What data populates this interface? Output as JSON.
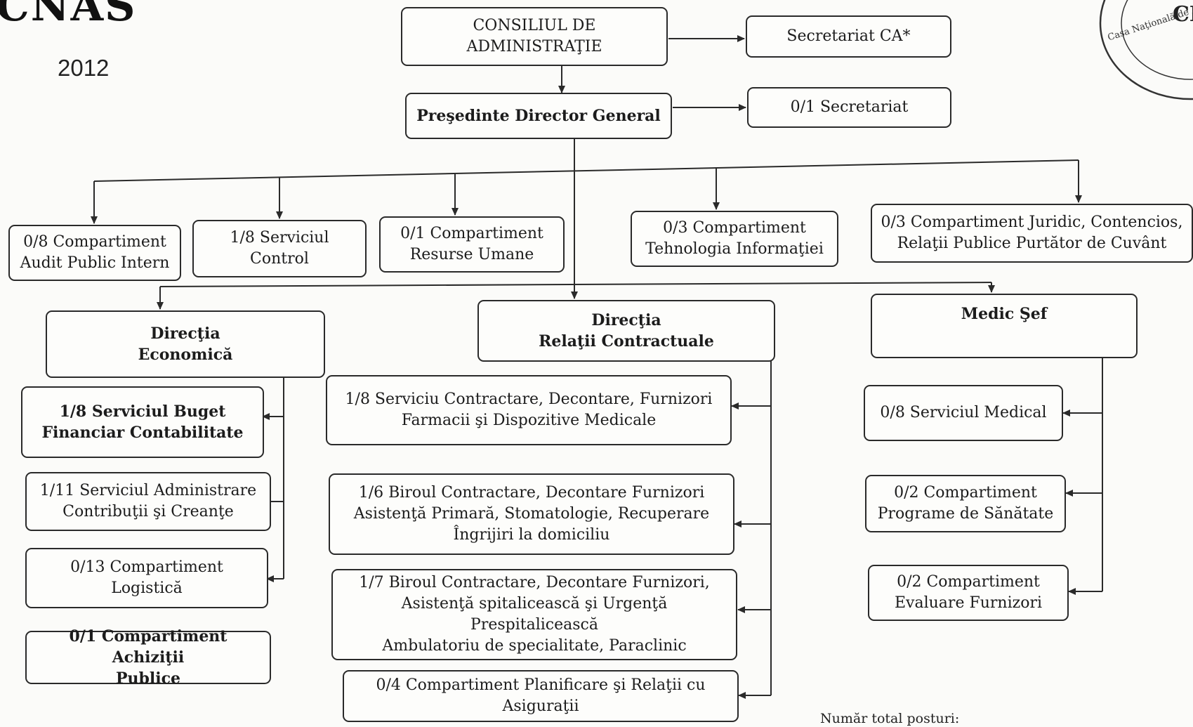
{
  "header": {
    "logo_text": "CNAS",
    "year": "2012",
    "seal": {
      "text_top": "CNAS",
      "text_ring": "Casa Naţională de Asigurări de"
    }
  },
  "boxes": {
    "consiliu": "CONSILIUL DE\nADMINISTRAŢIE",
    "secretariat_ca": "Secretariat CA*",
    "presedinte": "Preşedinte Director General",
    "secretariat": "0/1 Secretariat",
    "audit": "0/8 Compartiment\nAudit Public Intern",
    "control": "1/8 Serviciul\nControl",
    "resurse": "0/1 Compartiment\nResurse Umane",
    "it": "0/3 Compartiment\nTehnologia Informaţiei",
    "juridic": "0/3 Compartiment Juridic, Contencios,\nRelaţii Publice Purtător de Cuvânt",
    "dir_economica": "Direcţia\nEconomică",
    "dir_relatii": "Direcţia\nRelaţii Contractuale",
    "medic_sef": "Medic Şef",
    "buget": "1/8 Serviciul  Buget\nFinanciar Contabilitate",
    "administrare": "1/11 Serviciul Administrare\nContribuţii şi Creanţe",
    "logistica": "0/13 Compartiment\nLogistică",
    "achizitii": "0/1 Compartiment Achiziţii\nPublice",
    "farmacii": "1/8 Serviciu Contractare, Decontare, Furnizori\nFarmacii şi Dispozitive Medicale",
    "asistenta_primara": "1/6 Biroul Contractare, Decontare Furnizori\nAsistenţă Primară, Stomatologie, Recuperare\nÎngrijiri la domiciliu",
    "spitaliceasca": "1/7 Biroul  Contractare, Decontare Furnizori,\nAsistenţă spitalicească şi Urgenţă Prespitalicească\nAmbulatoriu de specialitate, Paraclinic",
    "planificare": "0/4 Compartiment Planificare şi Relaţii cu\nAsiguraţii",
    "medical": "0/8 Serviciul Medical",
    "programe": "0/2 Compartiment\nPrograme de Sănătate",
    "evaluare": "0/2 Compartiment\nEvaluare Furnizori"
  },
  "footer": {
    "total_posts_label": "Număr total posturi:"
  },
  "colors": {
    "line": "#2a2a2a",
    "paper": "#fbfbf9"
  }
}
